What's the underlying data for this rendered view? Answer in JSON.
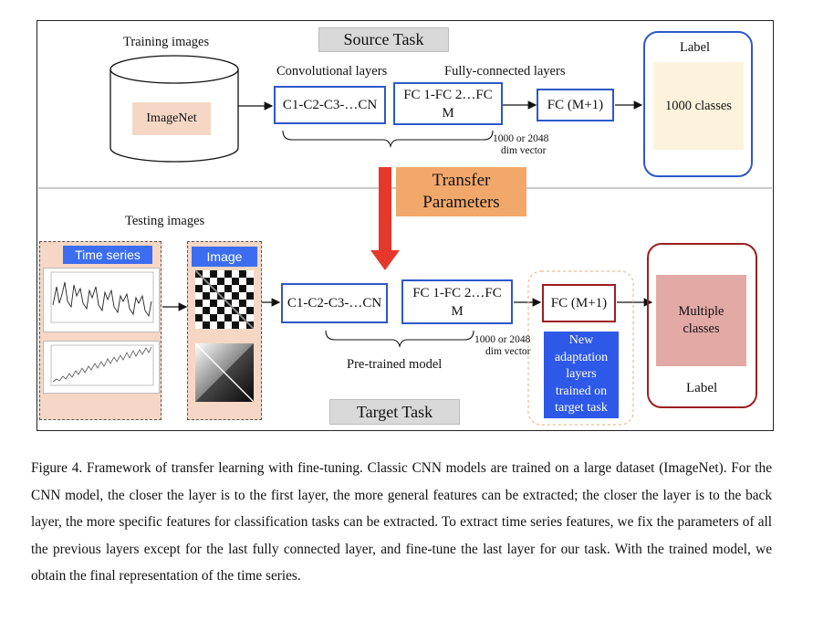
{
  "figure": {
    "source_task_label": "Source Task",
    "target_task_label": "Target Task",
    "training_images_label": "Training images",
    "imagenet_label": "ImageNet",
    "conv_layers_label": "Convolutional layers",
    "fc_layers_label": "Fully-connected layers",
    "conv_block_label": "C1-C2-C3-…CN",
    "fc_block_line1": "FC 1-FC 2…FC",
    "fc_block_line2": "M",
    "fc_m1_label": "FC (M+1)",
    "dim_vector_line1": "1000 or 2048",
    "dim_vector_line2": "dim vector",
    "label_top": "Label",
    "classes_1000": "1000 classes",
    "transfer_line1": "Transfer",
    "transfer_line2": "Parameters",
    "testing_images_label": "Testing images",
    "time_series_header": "Time series",
    "image_header": "Image",
    "pretrained_label": "Pre-trained model",
    "new_layers_lines": [
      "New",
      "adaptation",
      "layers",
      "trained on",
      "target task"
    ],
    "multiple_classes_line1": "Multiple",
    "multiple_classes_line2": "classes",
    "label_bottom": "Label"
  },
  "caption": {
    "text": "Figure 4. Framework of transfer learning with fine-tuning. Classic CNN models are trained on a large dataset (ImageNet). For the CNN model, the closer the layer is to the first layer, the more general features can be extracted; the closer the layer is to the back layer, the more specific features for classification tasks can be extracted. To extract time series features, we fix the parameters of all the previous layers except for the last fully connected layer, and fine-tune the last layer for our task. With the trained model, we obtain the final representation of the time series."
  },
  "colors": {
    "blue_border": "#2d58c8",
    "header_blue": "#3c6df0",
    "peach": "#f6d7c5",
    "orange_transfer": "#f2a86a",
    "red_arrow": "#e5382b",
    "dark_red": "#9e1e1e",
    "label_cream": "#fdf3dc",
    "multiple_pink": "#e3aaa5",
    "gray_tag": "#d9d9d9"
  }
}
